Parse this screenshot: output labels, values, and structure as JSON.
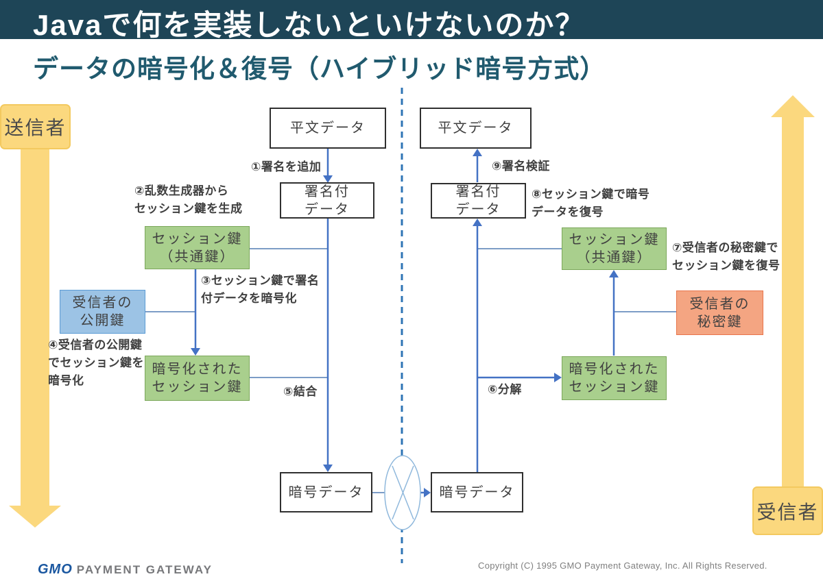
{
  "slide": {
    "title": "Javaで何を実装しないといけないのか？",
    "subtitle": "データの暗号化＆復号（ハイブリッド暗号方式）"
  },
  "actors": {
    "sender": "送信者",
    "receiver": "受信者"
  },
  "diagram": {
    "boxes": {
      "plaintext_sender": "平文データ",
      "signed_sender": "署名付\nデータ",
      "session_key_sender": "セッション鍵\n（共通鍵）",
      "receiver_public_key": "受信者の\n公開鍵",
      "encrypted_session_key_sender": "暗号化された\nセッション鍵",
      "cipher_sender": "暗号データ",
      "cipher_receiver": "暗号データ",
      "encrypted_session_key_receiver": "暗号化された\nセッション鍵",
      "session_key_receiver": "セッション鍵\n（共通鍵）",
      "receiver_private_key": "受信者の\n秘密鍵",
      "signed_receiver": "署名付\nデータ",
      "plaintext_receiver": "平文データ"
    },
    "steps": {
      "s1": "①署名を追加",
      "s2": "②乱数生成器から\nセッション鍵を生成",
      "s3": "③セッション鍵で署名\n付データを暗号化",
      "s4": "④受信者の公開鍵\nでセッション鍵を\n暗号化",
      "s5": "⑤結合",
      "s6": "⑥分解",
      "s7": "⑦受信者の秘密鍵で\nセッション鍵を復号",
      "s8": "⑧セッション鍵で暗号\nデータを復号",
      "s9": "⑨署名検証"
    }
  },
  "footer": {
    "logo_primary": "GMO",
    "logo_secondary": "PAYMENT GATEWAY",
    "copyright": "Copyright (C) 1995 GMO Payment Gateway, Inc. All Rights Reserved."
  },
  "colors": {
    "banner": "#1E4557",
    "subtitle_text": "#205A6E",
    "actor_arrow_fill": "#FBD87E",
    "actor_arrow_border": "#F3C95F",
    "key_green_fill": "#A9CF8D",
    "key_green_border": "#7BA75A",
    "public_key_blue_fill": "#9CC3E5",
    "public_key_blue_border": "#5B9BD5",
    "private_key_orange_fill": "#F4A582",
    "private_key_orange_border": "#E8744A",
    "arrow_blue": "#4472C4",
    "connector_blue": "#7C9CC6",
    "channel_dashed_blue": "#2E74B5"
  }
}
